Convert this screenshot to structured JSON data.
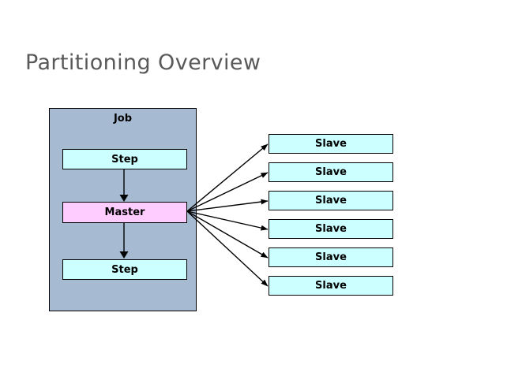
{
  "slide": {
    "title": "Partitioning Overview",
    "background_color": "#ffffff",
    "title_color": "#595959"
  },
  "job": {
    "label": "Job",
    "fill_color": "#a6bbd1",
    "border_color": "#000000",
    "nodes": [
      {
        "label": "Step",
        "type": "step",
        "fill_color": "#ccffff"
      },
      {
        "label": "Master",
        "type": "master",
        "fill_color": "#ffccff"
      },
      {
        "label": "Step",
        "type": "step",
        "fill_color": "#ccffff"
      }
    ]
  },
  "slaves": {
    "fill_color": "#ccffff",
    "border_color": "#000000",
    "items": [
      {
        "label": "Slave"
      },
      {
        "label": "Slave"
      },
      {
        "label": "Slave"
      },
      {
        "label": "Slave"
      },
      {
        "label": "Slave"
      },
      {
        "label": "Slave"
      }
    ]
  },
  "connectors": {
    "color": "#000000",
    "internal": [
      {
        "from": "Step",
        "to": "Master"
      },
      {
        "from": "Master",
        "to": "Step"
      }
    ],
    "fanout_from": "Master",
    "fanout_to": "Slave",
    "fanout_count": 6
  }
}
